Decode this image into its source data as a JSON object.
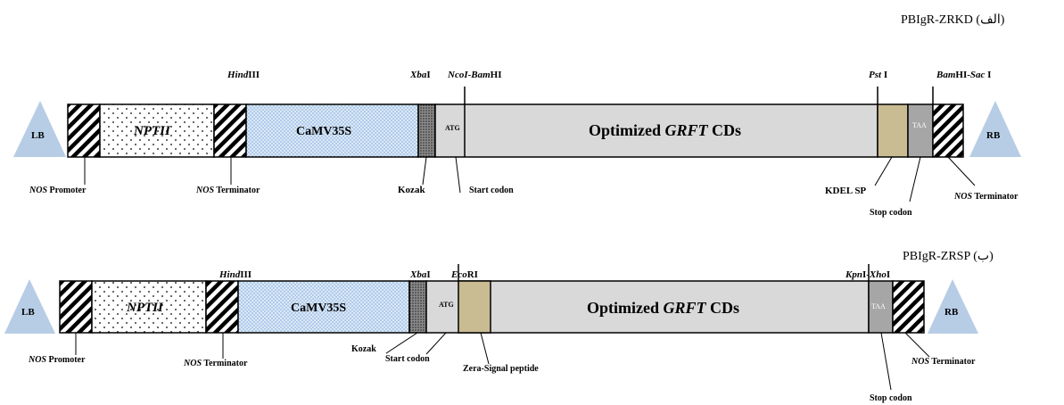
{
  "panel_a": {
    "construct": "PBIgR-ZRKD",
    "panel_letter": "الف",
    "lb": "LB",
    "rb": "RB",
    "nptii": "NPTII",
    "camv": "CaMV35S",
    "atg": "ATG",
    "cds_prefix": "Optimized ",
    "cds_gene": "GRFT",
    "cds_suffix": " CDs",
    "taa": "TAA",
    "site_hind_italic": "Hind",
    "site_hind_rest": "III",
    "site_xba_italic": "Xba",
    "site_xba_rest": "I",
    "site_ncoi_italic": "NcoI-Bam",
    "site_ncoi_rest": "HI",
    "site_pst_italic": "Pst",
    "site_pst_rest": " I",
    "site_bam_italic": "Bam",
    "site_bam_mid": "HI-",
    "site_bam_italic2": "Sac",
    "site_bam_rest": " I",
    "nos_promoter_italic": "NOS",
    "nos_promoter_rest": " Promoter",
    "nos_term1_italic": "NOS",
    "nos_term1_rest": " Terminator",
    "kozak": "Kozak",
    "start_codon": "Start codon",
    "kdel_sp": "KDEL SP",
    "stop_codon": "Stop codon",
    "nos_term2_italic": "NOS",
    "nos_term2_rest": " Terminator"
  },
  "panel_b": {
    "construct": "PBIgR-ZRSP",
    "panel_letter": "ب",
    "lb": "LB",
    "rb": "RB",
    "nptii": "NPTII",
    "camv": "CaMV35S",
    "atg": "ATG",
    "cds_prefix": "Optimized ",
    "cds_gene": "GRFT",
    "cds_suffix": " CDs",
    "taa": "TAA",
    "site_hind_italic": "Hind",
    "site_hind_rest": "III",
    "site_xba_italic": "Xba",
    "site_xba_rest": "I",
    "site_eco_italic": "Eco",
    "site_eco_rest": "RI",
    "site_kpn_italic": "Kpn",
    "site_kpn_mid": "I-",
    "site_kpn_italic2": "Xho",
    "site_kpn_rest": "I",
    "nos_promoter_italic": "NOS",
    "nos_promoter_rest": " Promoter",
    "nos_term1_italic": "NOS",
    "nos_term1_rest": " Terminator",
    "kozak": "Kozak",
    "start_codon": "Start codon",
    "zera": "Zera-Signal peptide",
    "stop_codon": "Stop codon",
    "nos_term2_italic": "NOS",
    "nos_term2_rest": " Terminator"
  },
  "colors": {
    "triangle": "#b7cde6",
    "cds": "#d9d9d9",
    "camv_dots": "#6fa0d8",
    "kdel": "#c9bc93",
    "taa": "#a6a6a6",
    "kozak": "#555555",
    "outline": "#000000"
  }
}
